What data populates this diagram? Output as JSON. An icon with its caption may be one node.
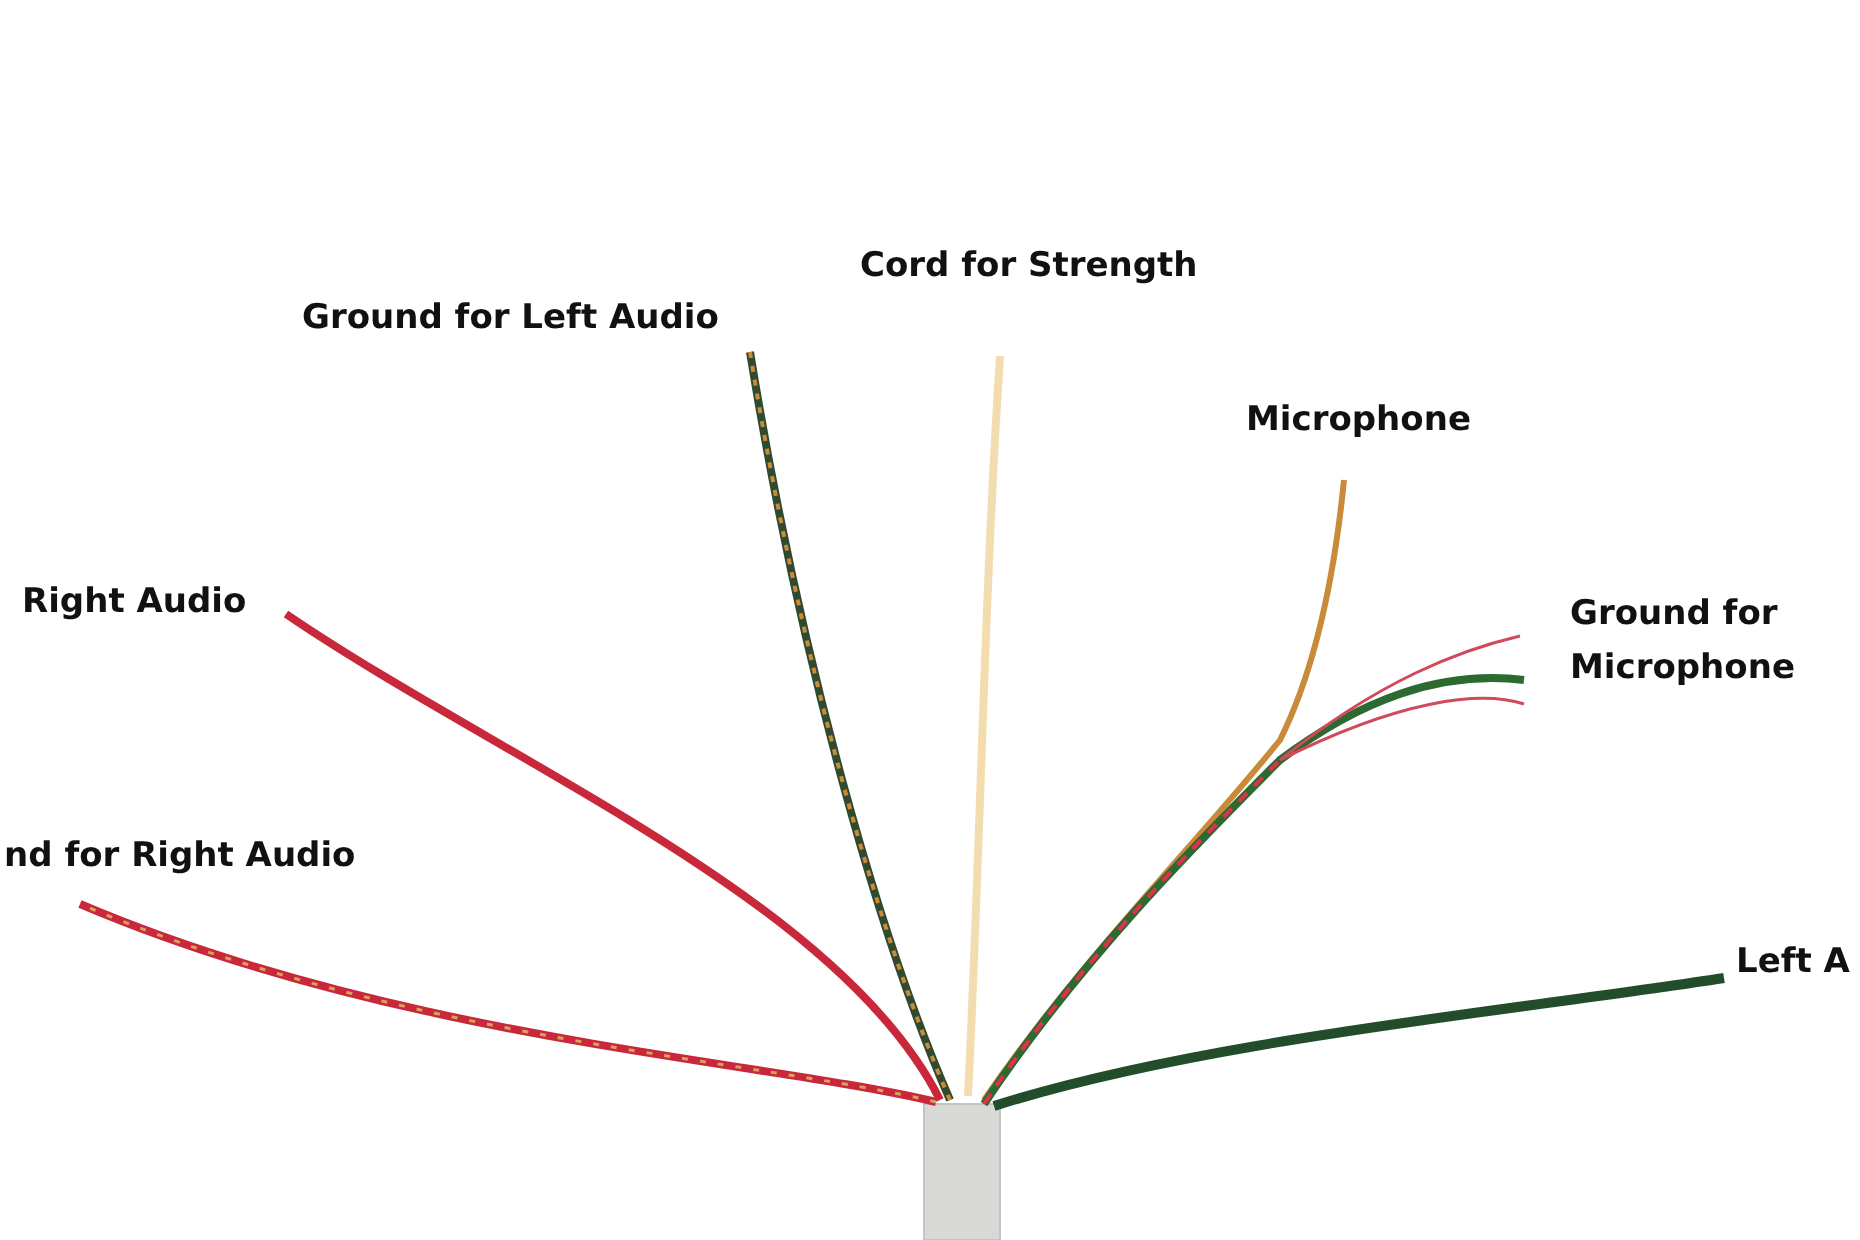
{
  "diagram": {
    "labels": [
      "Cord for Strength",
      "Ground for Left Audio",
      "Microphone",
      "Right Audio",
      "Ground for Microphone",
      "nd for Right Audio",
      "Left A"
    ]
  }
}
